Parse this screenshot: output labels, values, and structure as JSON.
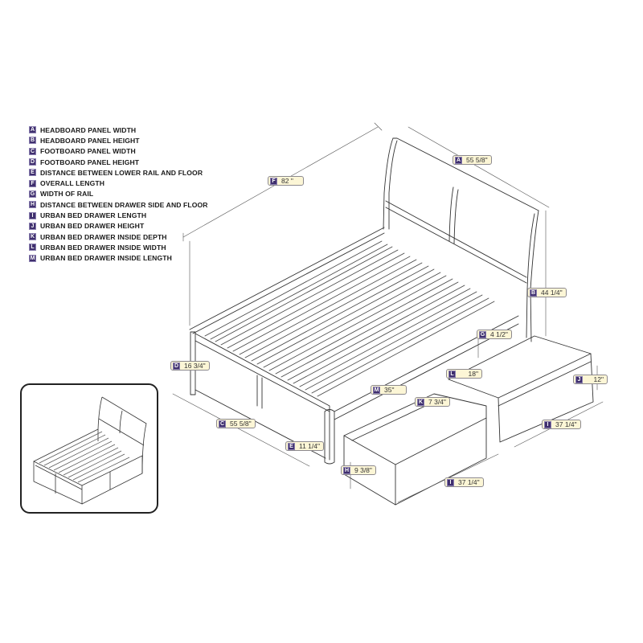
{
  "legend": {
    "items": [
      {
        "key": "A",
        "label": "HEADBOARD PANEL WIDTH"
      },
      {
        "key": "B",
        "label": "HEADBOARD PANEL HEIGHT"
      },
      {
        "key": "C",
        "label": "FOOTBOARD PANEL WIDTH"
      },
      {
        "key": "D",
        "label": "FOOTBOARD PANEL HEIGHT"
      },
      {
        "key": "E",
        "label": "DISTANCE BETWEEN LOWER RAIL AND FLOOR"
      },
      {
        "key": "F",
        "label": "OVERALL LENGTH"
      },
      {
        "key": "G",
        "label": "WIDTH OF RAIL"
      },
      {
        "key": "H",
        "label": "DISTANCE BETWEEN DRAWER SIDE AND FLOOR"
      },
      {
        "key": "I",
        "label": "URBAN BED DRAWER LENGTH"
      },
      {
        "key": "J",
        "label": "URBAN BED DRAWER HEIGHT"
      },
      {
        "key": "K",
        "label": "URBAN BED DRAWER INSIDE DEPTH"
      },
      {
        "key": "L",
        "label": "URBAN BED DRAWER INSIDE WIDTH"
      },
      {
        "key": "M",
        "label": "URBAN BED DRAWER INSIDE LENGTH"
      }
    ]
  },
  "dimensions": {
    "A": {
      "key": "A",
      "value": "55 5/8\""
    },
    "B": {
      "key": "B",
      "value": "44 1/4\""
    },
    "C": {
      "key": "C",
      "value": "55 5/8\""
    },
    "D": {
      "key": "D",
      "value": "16 3/4\""
    },
    "E": {
      "key": "E",
      "value": "11 1/4\""
    },
    "F": {
      "key": "F",
      "value": "82 \""
    },
    "G": {
      "key": "G",
      "value": "4 1/2\""
    },
    "H": {
      "key": "H",
      "value": "9 3/8\""
    },
    "I1": {
      "key": "I",
      "value": "37 1/4\""
    },
    "I2": {
      "key": "I",
      "value": "37 1/4\""
    },
    "J": {
      "key": "J",
      "value": "12\""
    },
    "K": {
      "key": "K",
      "value": "7 3/4\""
    },
    "L": {
      "key": "L",
      "value": "18\""
    },
    "M": {
      "key": "M",
      "value": "35\""
    }
  },
  "colors": {
    "badge": "#3f2f6e",
    "label_fill": "#fcf6d6",
    "line": "#333333"
  }
}
